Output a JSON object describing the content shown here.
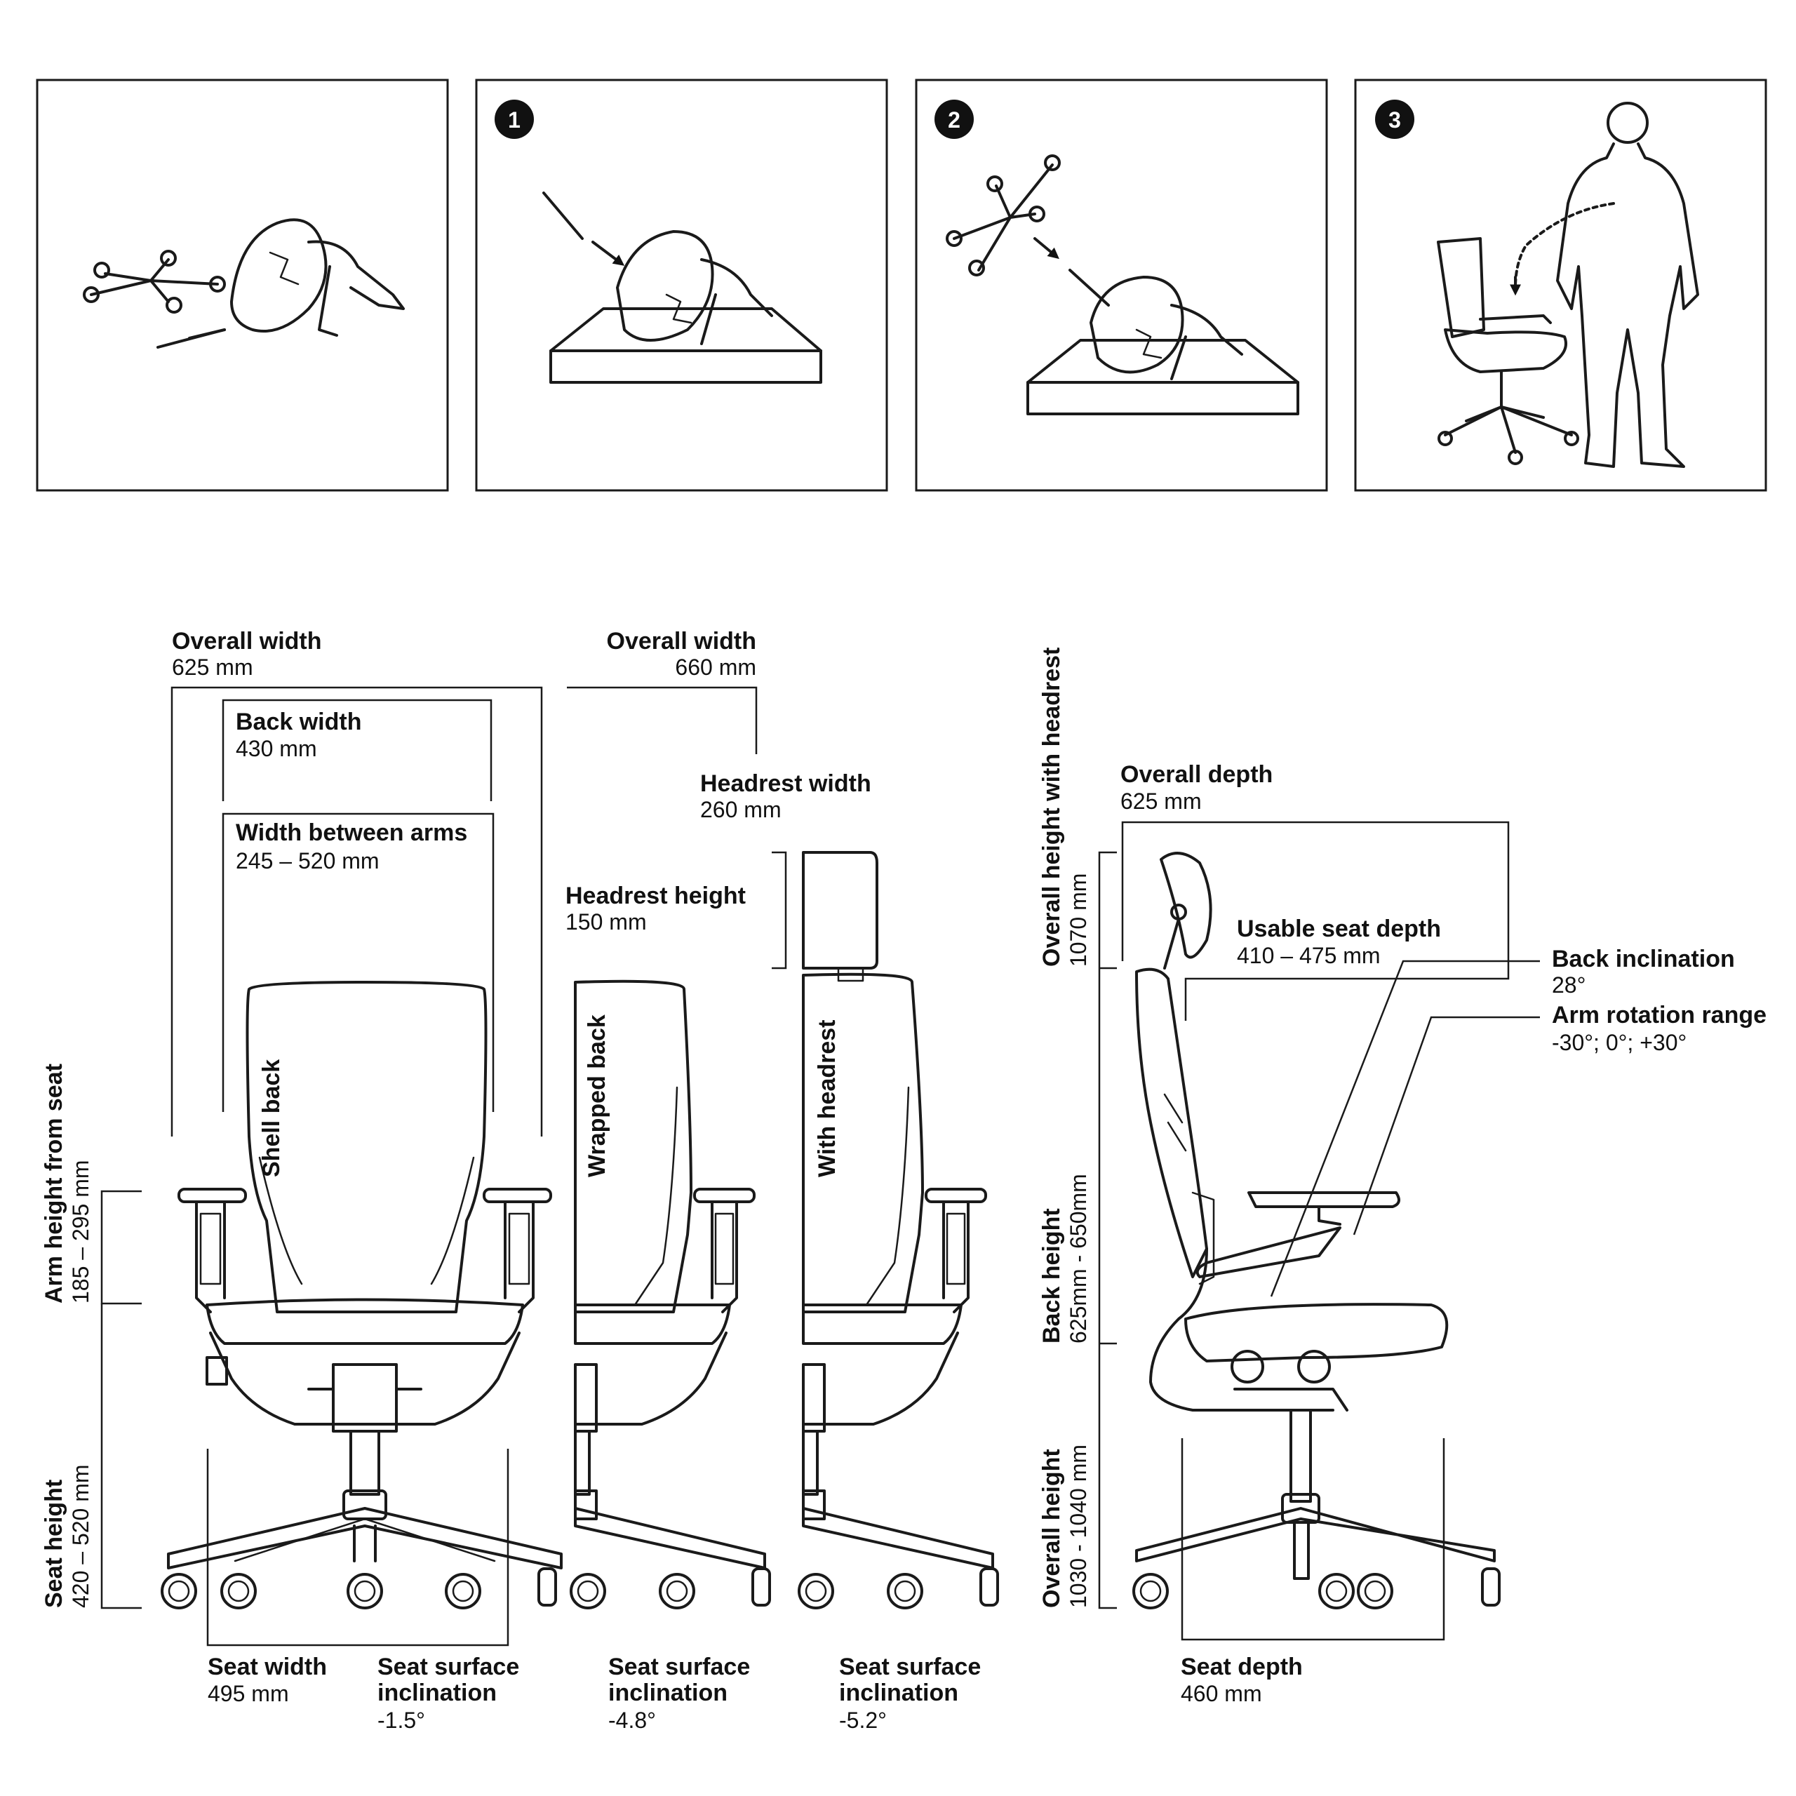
{
  "steps": [
    {
      "number": ""
    },
    {
      "number": "1"
    },
    {
      "number": "2"
    },
    {
      "number": "3"
    }
  ],
  "dimensions": {
    "overall_width_front": {
      "label": "Overall width",
      "value": "625 mm"
    },
    "back_width": {
      "label": "Back width",
      "value": "430 mm"
    },
    "width_between_arms": {
      "label": "Width between arms",
      "value": "245 – 520 mm"
    },
    "overall_width_headrest": {
      "label": "Overall width",
      "value": "660 mm"
    },
    "headrest_width": {
      "label": "Headrest width",
      "value": "260 mm"
    },
    "headrest_height": {
      "label": "Headrest height",
      "value": "150 mm"
    },
    "overall_depth": {
      "label": "Overall depth",
      "value": "625 mm"
    },
    "usable_seat_depth": {
      "label": "Usable seat depth",
      "value": "410 – 475 mm"
    },
    "back_inclination": {
      "label": "Back inclination",
      "value": "28°"
    },
    "arm_rotation_range": {
      "label": "Arm rotation range",
      "value": "-30°; 0°; +30°"
    },
    "arm_height_from_seat": {
      "label": "Arm height from seat",
      "value": "185 – 295 mm"
    },
    "seat_height": {
      "label": "Seat height",
      "value": "420 – 520 mm"
    },
    "overall_height_with_headrest": {
      "label": "Overall height with headrest",
      "value": "1070 mm"
    },
    "back_height": {
      "label": "Back height",
      "value": "625mm - 650mm"
    },
    "overall_height": {
      "label": "Overall height",
      "value": "1030 - 1040 mm"
    },
    "seat_width": {
      "label": "Seat width",
      "value": "495 mm"
    },
    "seat_depth": {
      "label": "Seat depth",
      "value": "460 mm"
    }
  },
  "variants": [
    {
      "name": "Shell back",
      "incl_label_1": "Seat surface",
      "incl_label_2": "inclination",
      "incl_value": "-1.5°"
    },
    {
      "name": "Wrapped back",
      "incl_label_1": "Seat surface",
      "incl_label_2": "inclination",
      "incl_value": "-4.8°"
    },
    {
      "name": "With headrest",
      "incl_label_1": "Seat surface",
      "incl_label_2": "inclination",
      "incl_value": "-5.2°"
    }
  ]
}
